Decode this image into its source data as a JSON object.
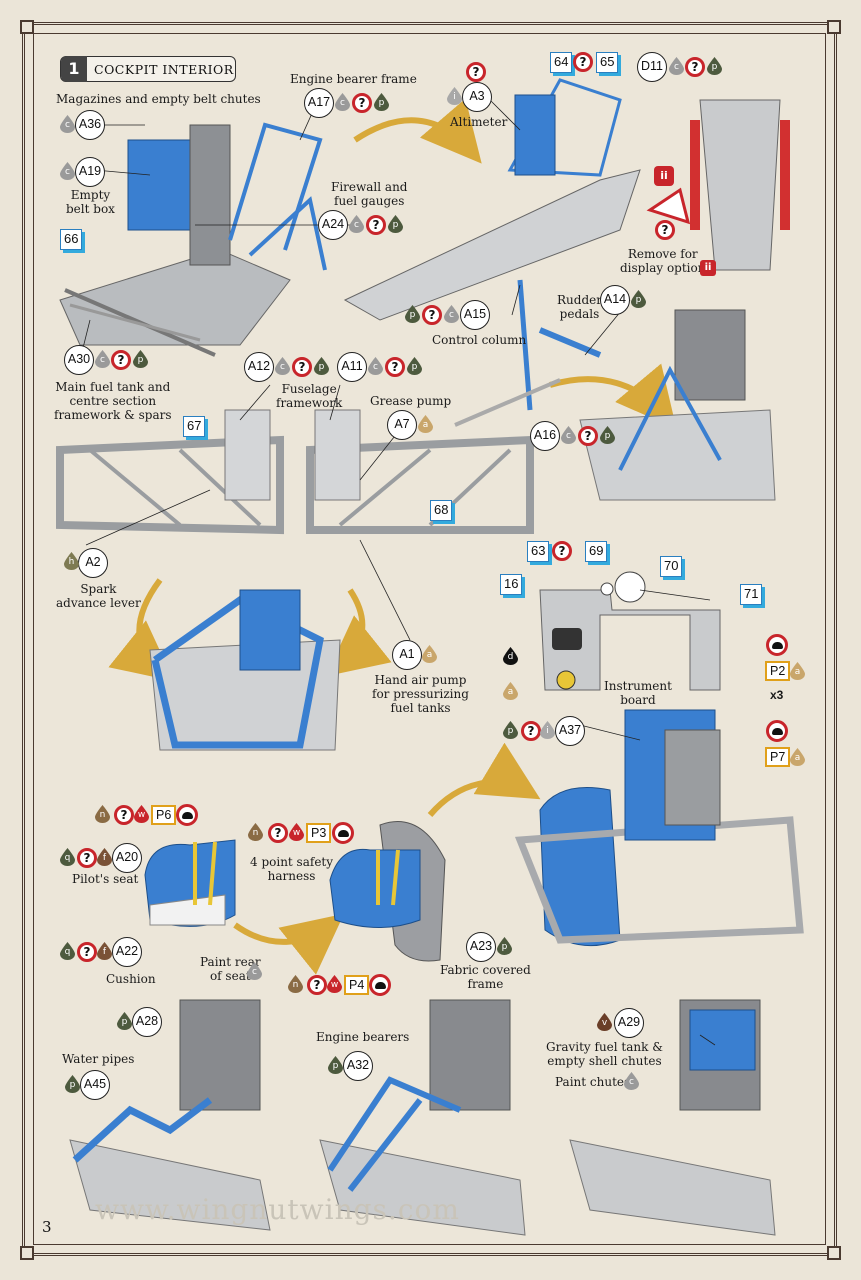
{
  "section": {
    "number": "1",
    "title": "COCKPIT INTERIOR"
  },
  "labels": {
    "magazines": "Magazines and empty belt chutes",
    "empty_belt_box": "Empty\nbelt box",
    "engine_bearer_frame": "Engine bearer frame",
    "firewall": "Firewall and\nfuel gauges",
    "altimeter": "Altimeter",
    "remove_display": "Remove for\ndisplay option",
    "main_fuel_tank": "Main fuel tank and\ncentre section\nframework & spars",
    "rudder_pedals": "Rudder\npedals",
    "control_column": "Control column",
    "fuselage_framework": "Fuselage\nframework",
    "grease_pump": "Grease pump",
    "spark_advance": "Spark\nadvance lever",
    "hand_air_pump": "Hand air pump\nfor pressurizing\nfuel tanks",
    "instrument_board": "Instrument\nboard",
    "x3": "x3",
    "pilots_seat": "Pilot's seat",
    "harness": "4 point safety\nharness",
    "cushion": "Cushion",
    "paint_rear": "Paint rear\nof seat",
    "fabric_frame": "Fabric covered\nframe",
    "water_pipes": "Water pipes",
    "engine_bearers": "Engine bearers",
    "gravity_tank": "Gravity fuel tank &\nempty shell chutes",
    "paint_chutes": "Paint chutes"
  },
  "parts": {
    "A36": "A36",
    "A19": "A19",
    "A17": "A17",
    "A24": "A24",
    "A3": "A3",
    "D11": "D11",
    "A30": "A30",
    "A15": "A15",
    "A14": "A14",
    "A12": "A12",
    "A11": "A11",
    "A7": "A7",
    "A16": "A16",
    "A2": "A2",
    "A1": "A1",
    "A37": "A37",
    "A20": "A20",
    "A22": "A22",
    "A23": "A23",
    "A28": "A28",
    "A45": "A45",
    "A32": "A32",
    "A29": "A29"
  },
  "decals": {
    "d66": "66",
    "d64": "64",
    "d65": "65",
    "d67": "67",
    "d68": "68",
    "d63": "63",
    "d16": "16",
    "d69": "69",
    "d70": "70",
    "d71": "71"
  },
  "pe_parts": {
    "P2": "P2",
    "P7": "P7",
    "P6": "P6",
    "P3": "P3",
    "P4": "P4"
  },
  "warning_marker": "ii",
  "paint_codes": {
    "c": "c",
    "p": "p",
    "i": "i",
    "a": "a",
    "h": "h",
    "d": "d",
    "q": "q",
    "f": "f",
    "n": "n",
    "w": "w",
    "v": "v",
    "q_mark": "?"
  },
  "footer": {
    "page_number": "3",
    "website": "www.wingnutwings.com"
  },
  "colors": {
    "part_blue": "#3a7fd0",
    "grey_part": "#c9cbcd",
    "accent_red": "#c8252b",
    "decal_cyan": "#33aadd",
    "gold_arrow": "#d8a93a",
    "frame_brown": "#4a3a30"
  }
}
